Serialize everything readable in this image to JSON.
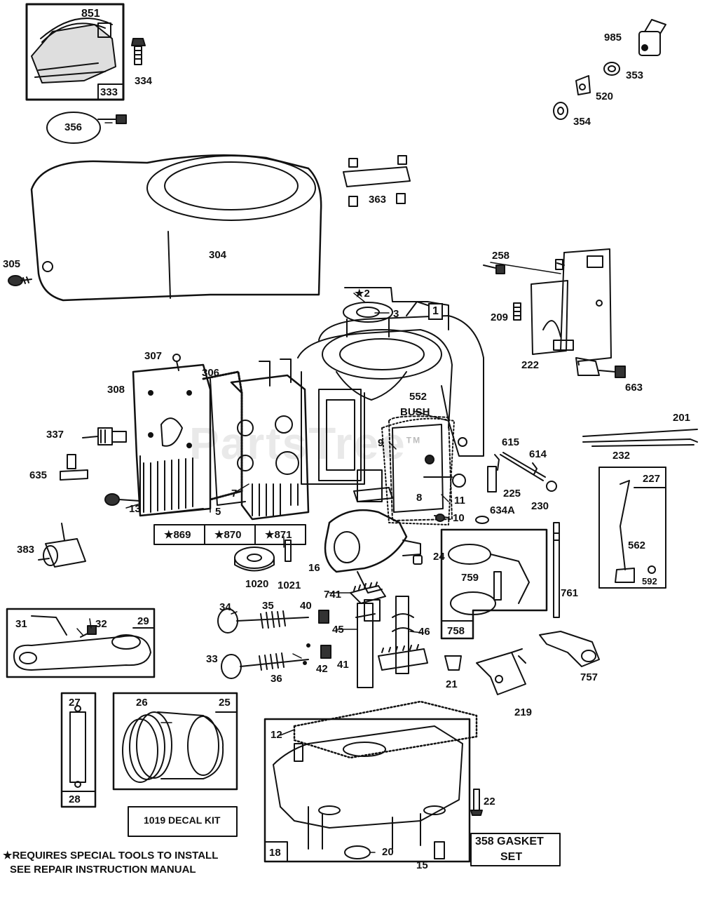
{
  "colors": {
    "ink": "#111111",
    "paper": "#ffffff",
    "watermark": "#e9e9e9"
  },
  "watermark": "PartsTree",
  "trademark": "TM",
  "labels": {
    "p851": "851",
    "p334": "334",
    "p333": "333",
    "p356": "356",
    "p985": "985",
    "p353": "353",
    "p520": "520",
    "p354": "354",
    "p363": "363",
    "p304": "304",
    "p305": "305",
    "p258": "258",
    "p209": "209",
    "p222": "222",
    "p663": "663",
    "p2": "2",
    "p3": "3",
    "p1": "1",
    "p307": "307",
    "p306": "306",
    "p308": "308",
    "p552": "552",
    "bush": "BUSH",
    "p337": "337",
    "p635": "635",
    "p9": "9",
    "p615": "615",
    "p614": "614",
    "p201": "201",
    "p232": "232",
    "p13": "13",
    "p5": "5",
    "p7": "7",
    "p8": "8",
    "p11": "11",
    "p225": "225",
    "p230": "230",
    "p10": "10",
    "p634a": "634A",
    "p227": "227",
    "p562": "562",
    "p592": "592",
    "p383": "383",
    "p1020": "1020",
    "p1021": "1021",
    "p16": "16",
    "p24": "24",
    "p741": "741",
    "p759": "759",
    "p761": "761",
    "p758": "758",
    "p31": "31",
    "p32": "32",
    "p29": "29",
    "p34": "34",
    "p35": "35",
    "p40": "40",
    "p45": "45",
    "p46": "46",
    "p33": "33",
    "p36": "36",
    "p42": "42",
    "p41": "41",
    "p21": "21",
    "p219": "219",
    "p757": "757",
    "p27": "27",
    "p28": "28",
    "p26": "26",
    "p25": "25",
    "p12": "12",
    "p22": "22",
    "p18": "18",
    "p20": "20",
    "p15": "15"
  },
  "kits": {
    "k869": "★869",
    "k870": "★870",
    "k871": "★871",
    "decal": "1019 DECAL KIT",
    "gasket_line1": "358 GASKET",
    "gasket_line2": "SET"
  },
  "footnote": {
    "line1": "★REQUIRES SPECIAL TOOLS TO INSTALL",
    "line2": "SEE REPAIR INSTRUCTION MANUAL"
  }
}
